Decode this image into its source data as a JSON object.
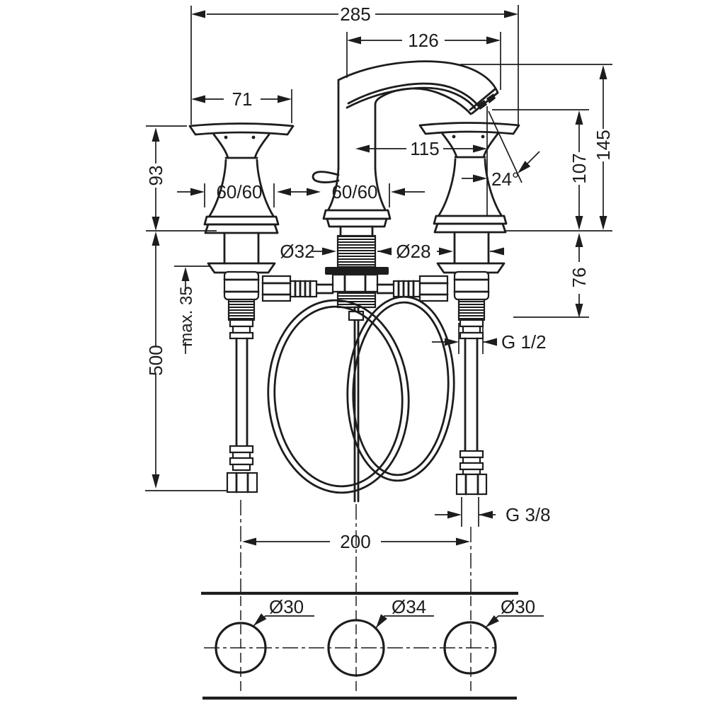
{
  "drawing": {
    "kind": "faucet-installation-dimension-drawing",
    "views": {
      "front": "front elevation with supply hoses",
      "plan": "mounting hole layout"
    },
    "colors": {
      "line": "#1d1d1d",
      "background": "#ffffff"
    },
    "dims": {
      "overall_width": "285",
      "spout_reach": "126",
      "handle_top_width": "71",
      "spout_to_outlet": "115",
      "spread_left": "60/60",
      "spread_center": "60/60",
      "handle_height": "93",
      "spout_angle": "24°",
      "total_height": "145",
      "outlet_height": "107",
      "below_deck_clearance": "76",
      "center_shank_dia": "Ø32",
      "handle_shank_dia": "Ø28",
      "max_deck_thickness": "max. 35",
      "hose_length": "500",
      "hose_connector_thread": "G 1/2",
      "supply_thread": "G 3/8",
      "hole_spacing": "200",
      "hole_left_dia": "Ø30",
      "hole_center_dia": "Ø34",
      "hole_right_dia": "Ø30"
    }
  }
}
